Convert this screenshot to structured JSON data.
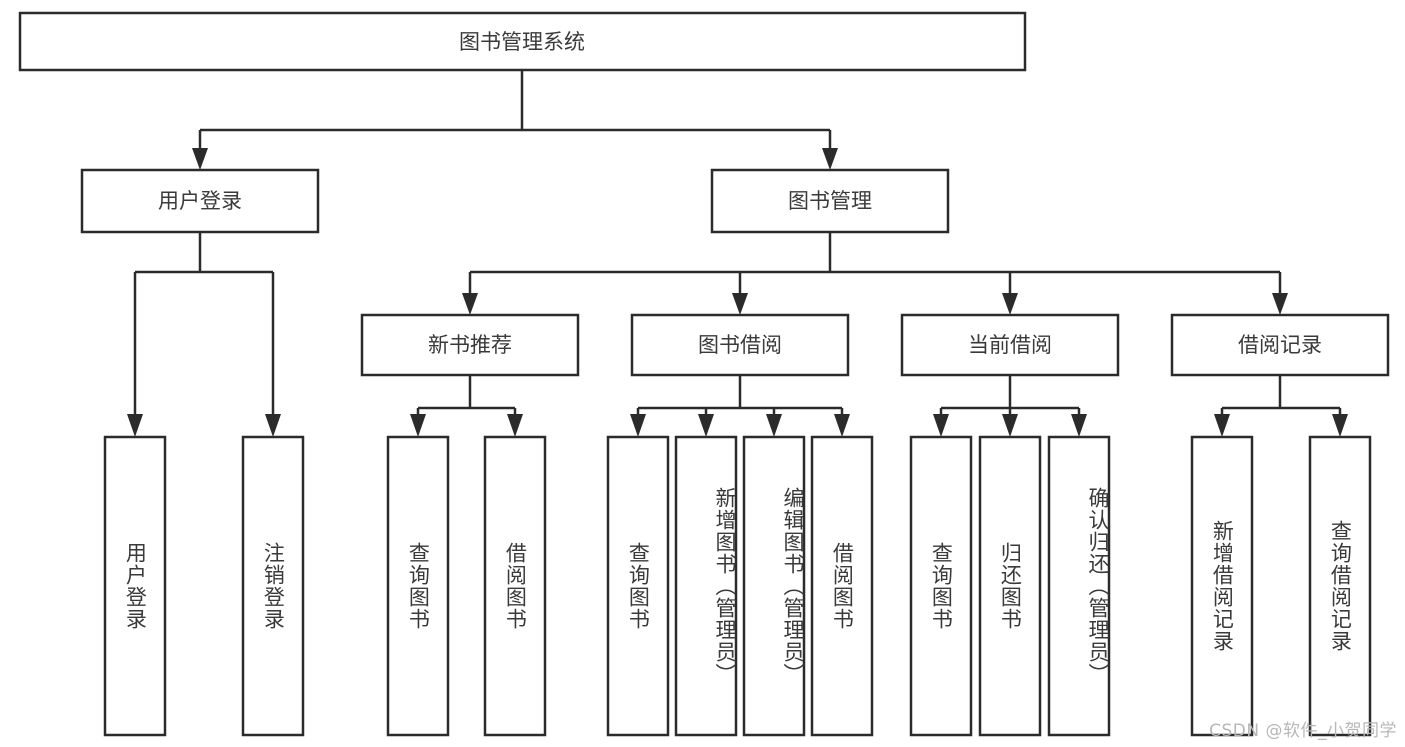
{
  "diagram": {
    "type": "tree-hierarchy",
    "title": "图书管理系统",
    "root": {
      "id": "root",
      "label": "图书管理系统"
    },
    "level2": [
      {
        "id": "user-login",
        "label": "用户登录"
      },
      {
        "id": "book-manage",
        "label": "图书管理"
      }
    ],
    "level3": [
      {
        "id": "new-book-rec",
        "label": "新书推荐",
        "parent": "book-manage"
      },
      {
        "id": "book-borrow",
        "label": "图书借阅",
        "parent": "book-manage"
      },
      {
        "id": "current-borrow",
        "label": "当前借阅",
        "parent": "book-manage"
      },
      {
        "id": "borrow-record",
        "label": "借阅记录",
        "parent": "book-manage"
      }
    ],
    "leaves": {
      "user-login": [
        {
          "id": "leaf-user-login",
          "label": "用户登录"
        },
        {
          "id": "leaf-logout",
          "label": "注销登录"
        }
      ],
      "new-book-rec": [
        {
          "id": "leaf-query-book-1",
          "label": "查询图书"
        },
        {
          "id": "leaf-borrow-book-1",
          "label": "借阅图书"
        }
      ],
      "book-borrow": [
        {
          "id": "leaf-query-book-2",
          "label": "查询图书"
        },
        {
          "id": "leaf-add-book",
          "label": "新增图书（管理员）"
        },
        {
          "id": "leaf-edit-book",
          "label": "编辑图书（管理员）"
        },
        {
          "id": "leaf-borrow-book-2",
          "label": "借阅图书"
        }
      ],
      "current-borrow": [
        {
          "id": "leaf-query-book-3",
          "label": "查询图书"
        },
        {
          "id": "leaf-return-book",
          "label": "归还图书"
        },
        {
          "id": "leaf-confirm-return",
          "label": "确认归还（管理员）"
        }
      ],
      "borrow-record": [
        {
          "id": "leaf-add-record",
          "label": "新增借阅记录"
        },
        {
          "id": "leaf-query-record",
          "label": "查询借阅记录"
        }
      ]
    },
    "colors": {
      "stroke": "#2b2b2b",
      "fill": "#ffffff",
      "text": "#3a3a3a",
      "watermark": "#b7b7b7"
    }
  },
  "watermark": {
    "text": "CSDN @软件_小贺同学"
  }
}
